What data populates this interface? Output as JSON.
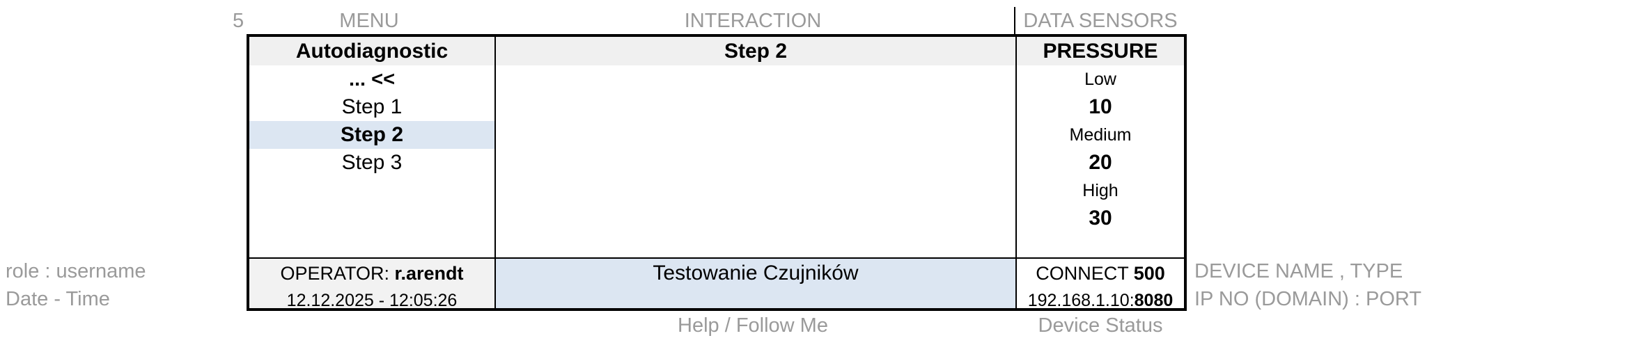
{
  "screen_number": "5",
  "column_headers": {
    "menu": "MENU",
    "interaction": "INTERACTION",
    "data_sensors": "DATA SENSORS"
  },
  "left_labels": {
    "role_username": "role : username",
    "date_time": "Date - Time"
  },
  "right_labels": {
    "device_name_type": "DEVICE NAME , TYPE",
    "ip_port": "IP NO (DOMAIN) : PORT"
  },
  "below_labels": {
    "help": "Help / Follow Me",
    "device_status": "Device Status"
  },
  "menu": {
    "title": "Autodiagnostic",
    "back": "... <<",
    "items": [
      {
        "label": "Step 1",
        "selected": false
      },
      {
        "label": "Step 2",
        "selected": true
      },
      {
        "label": "Step 3",
        "selected": false
      }
    ]
  },
  "interaction": {
    "title": "Step 2",
    "footer_text": "Testowanie Czujników"
  },
  "sensors": {
    "title": "PRESSURE",
    "readings": [
      {
        "label": "Low",
        "value": "10"
      },
      {
        "label": "Medium",
        "value": "20"
      },
      {
        "label": "High",
        "value": "30"
      }
    ]
  },
  "footer": {
    "operator_label": "OPERATOR:",
    "operator_name": "r.arendt",
    "datetime": "12.12.2025 - 12:05:26",
    "connect_label": "CONNECT",
    "connect_code": "500",
    "ip": "192.168.1.10:",
    "port": "8080"
  },
  "colors": {
    "selected_bg": "#dce6f2",
    "header_bg": "#f0f0f0",
    "annotation_text": "#9a9a9a",
    "border": "#000000"
  }
}
